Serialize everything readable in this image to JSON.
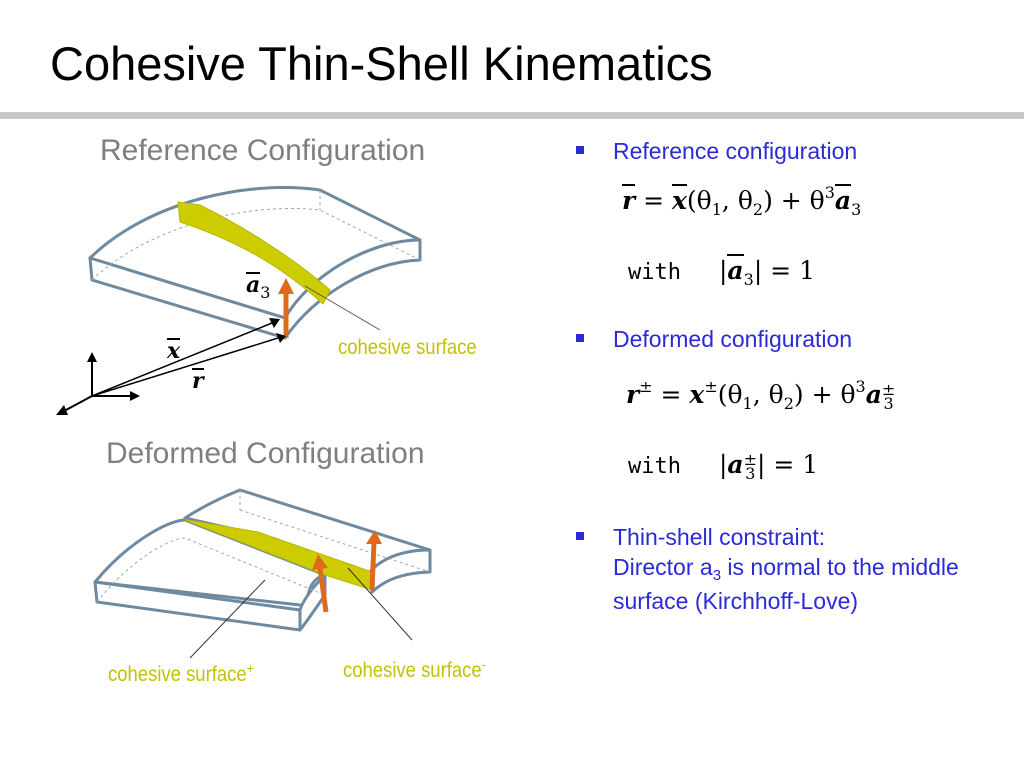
{
  "title": "Cohesive Thin-Shell Kinematics",
  "reference_heading": "Reference Configuration",
  "deformed_heading": "Deformed Configuration",
  "ref_labels": {
    "a3_base": "a",
    "a3_sub": "3",
    "x": "x",
    "r": "r",
    "cohesive_surface": "cohesive surface"
  },
  "def_labels": {
    "cohesive_plus": "cohesive surface",
    "plus_sign": "+",
    "cohesive_minus": "cohesive surface",
    "minus_sign": "-"
  },
  "bullets": {
    "ref": "Reference configuration",
    "def": "Deformed configuration",
    "constraint_line1": "Thin-shell constraint:",
    "constraint_line2_a": "Director a",
    "constraint_sub": "3",
    "constraint_line2_b": " is normal to the middle surface (Kirchhoff-Love)"
  },
  "equations": {
    "ref_eq": {
      "lhs": "r",
      "eq": " = ",
      "x": "x",
      "args": "(θ",
      "s1": "1",
      "comma": ", θ",
      "s2": "2",
      "close": ") + θ",
      "sup3": "3",
      "a": "a",
      "sub3": "3"
    },
    "ref_with": {
      "word": "with",
      "lhs": "|",
      "a": "a",
      "sub3": "3",
      "rhs": "| = 1"
    },
    "def_eq": {
      "lhs": "r",
      "pm": "±",
      "eq": " = ",
      "x": "x",
      "pm2": "±",
      "args": "(θ",
      "s1": "1",
      "comma": ", θ",
      "s2": "2",
      "close": ") + θ",
      "sup3": "3",
      "a": "a",
      "pm3": "±",
      "sub3": "3"
    },
    "def_with": {
      "word": "with",
      "lhs": "|",
      "a": "a",
      "pm": "±",
      "sub3": "3",
      "rhs": "| = 1"
    }
  },
  "colors": {
    "accent_blue": "#2a2ad8",
    "cohesive_yellow": "#c3c100",
    "director_orange": "#e06a1c",
    "shell_outline": "#6e8aa0",
    "heading_gray": "#7f7f7f"
  }
}
